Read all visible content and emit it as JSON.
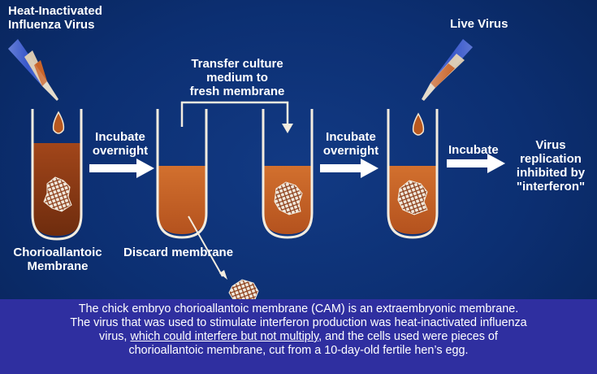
{
  "labels": {
    "heat_inactivated_1": "Heat-Inactivated",
    "heat_inactivated_2": "Influenza Virus",
    "live_virus": "Live Virus",
    "transfer_1": "Transfer culture",
    "transfer_2": "medium to",
    "transfer_3": "fresh membrane",
    "incubate_overnight_a_1": "Incubate",
    "incubate_overnight_a_2": "overnight",
    "incubate_overnight_b_1": "Incubate",
    "incubate_overnight_b_2": "overnight",
    "incubate": "Incubate",
    "result_1": "Virus",
    "result_2": "replication",
    "result_3": "inhibited by",
    "result_4": "\"interferon\"",
    "chorio_1": "Chorioallantoic",
    "chorio_2": "Membrane",
    "discard": "Discard membrane"
  },
  "caption": {
    "line1": "The chick embryo chorioallantoic membrane (CAM) is an extraembryonic membrane.",
    "line2": "The virus that was used to stimulate interferon production was heat-inactivated influenza",
    "line3_pre": "virus, ",
    "line3_underlined": "which could interfere but not multiply",
    "line3_post": ", and the cells  used were pieces of",
    "line4": "chorioallantoic membrane, cut from a 10-day-old fertile hen’s egg."
  },
  "colors": {
    "background": "#0c2f72",
    "caption_band": "#2f2fa0",
    "medium_dark": "#8a3a14",
    "medium_light": "#c8642a",
    "membrane": "#e8e0d4",
    "pipette_blue": "#2e4fc8",
    "pipette_orange": "#c8642a"
  }
}
